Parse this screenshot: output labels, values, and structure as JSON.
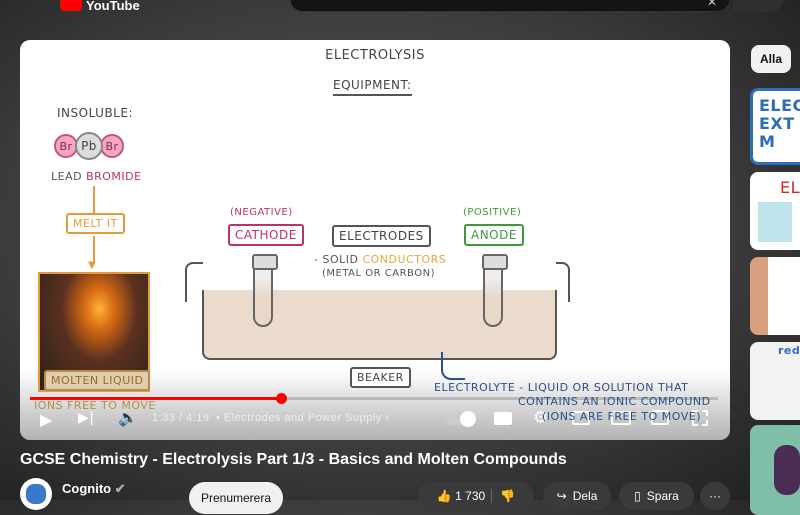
{
  "header": {
    "brand": "YouTube",
    "search_clear": "✕"
  },
  "video": {
    "diagram": {
      "title": "ELECTROLYSIS",
      "subtitle": "EQUIPMENT:",
      "insoluble": "INSOLUBLE:",
      "atoms": [
        "Br",
        "Pb",
        "Br"
      ],
      "lead": "LEAD ",
      "bromide": "BROMIDE",
      "melt": "MELT IT",
      "molten": "MOLTEN LIQUID",
      "ions_free": "IONS FREE TO MOVE",
      "negative": "(NEGATIVE)",
      "cathode": "CATHODE",
      "electrodes": "ELECTRODES",
      "solid": "- SOLID ",
      "conductors": "CONDUCTORS",
      "metal": "(METAL OR CARBON)",
      "positive": "(POSITIVE)",
      "anode": "ANODE",
      "beaker": "BEAKER",
      "electrolyte_1": "ELECTROLYTE - LIQUID OR SOLUTION THAT",
      "electrolyte_2": "CONTAINS AN IONIC COMPOUND",
      "electrolyte_3": "(IONS ARE FREE TO MOVE)"
    },
    "progress_percent": 36.5,
    "time": "1:33 / 4:19",
    "chapter": "• Electrodes and Power Supply",
    "title": "GCSE Chemistry - Electrolysis Part 1/3 - Basics and Molten Compounds"
  },
  "channel": {
    "name": "Cognito",
    "subscribe": "Prenumerera"
  },
  "actions": {
    "likes": "1 730",
    "share": "Dela",
    "save": "Spara",
    "more": "···"
  },
  "sidebar": {
    "chip": "Alla",
    "thumb1_text": "ELEC EXT M",
    "thumb2_text": "EL",
    "thumb4_text": "red.-"
  },
  "colors": {
    "accent": "#ff0000",
    "cathode": "#b8336a",
    "anode": "#3c9a3c",
    "orange": "#e49a3a",
    "electrolyte": "#2a4f8a"
  }
}
